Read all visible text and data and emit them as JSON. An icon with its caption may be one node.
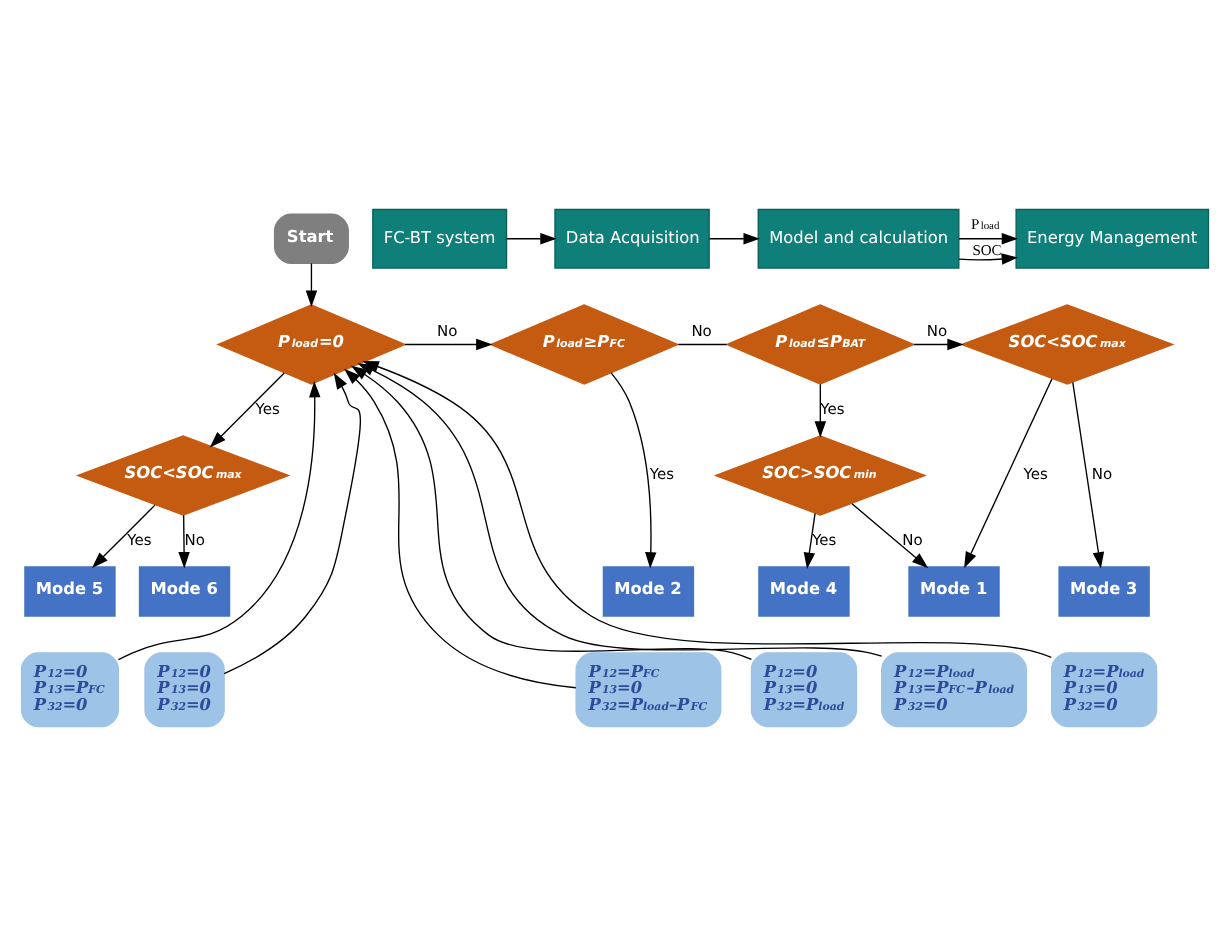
{
  "diagram": {
    "nodes": [
      {
        "text": [
          "Start"
        ]
      },
      {
        "text": [
          "FC-BT system"
        ]
      },
      {
        "text": [
          "Data Acquisition"
        ]
      },
      {
        "text": [
          "Model and calculation"
        ]
      },
      {
        "text": [
          "Energy Management"
        ]
      },
      {
        "text": [
          "P$_{load}$=0"
        ]
      },
      {
        "text": [
          "P$_{load}$≥P$_{FC}$"
        ]
      },
      {
        "text": [
          "P$_{load}$≤P$_{BAT}$"
        ]
      },
      {
        "text": [
          "SOC<SOC$_{max}$"
        ]
      },
      {
        "text": [
          "SOC<SOC$_{max}$"
        ]
      },
      {
        "text": [
          "SOC>SOC$_{min}$"
        ]
      },
      {
        "text": [
          "Mode 5"
        ]
      },
      {
        "text": [
          "Mode 6"
        ]
      },
      {
        "text": [
          "Mode 2"
        ]
      },
      {
        "text": [
          "Mode 4"
        ]
      },
      {
        "text": [
          "Mode 1"
        ]
      },
      {
        "text": [
          "Mode 3"
        ]
      },
      {
        "text": [
          "P$_{12}$=0",
          "P$_{13}$=P$_{FC}$",
          "P$_{32}$=0"
        ]
      },
      {
        "text": [
          "P$_{12}$=0",
          "P$_{13}$=0",
          "P$_{32}$=0"
        ]
      },
      {
        "text": [
          "P$_{12}$=P$_{FC}$",
          "P$_{13}$=0",
          "P$_{32}$=P$_{load}$–P$_{FC}$"
        ]
      },
      {
        "text": [
          "P$_{12}$=0",
          "P$_{13}$=0",
          "P$_{32}$=P$_{load}$"
        ]
      },
      {
        "text": [
          "P$_{12}$=P$_{load}$",
          "P$_{13}$=P$_{FC}$–P$_{load}$",
          "P$_{32}$=0"
        ]
      },
      {
        "text": [
          "P$_{12}$=P$_{load}$",
          "P$_{13}$=0",
          "P$_{32}$=0"
        ]
      }
    ],
    "edges": [
      {
        "from": 0,
        "to": 5,
        "arrow": "to"
      },
      {
        "from": 1,
        "to": 2,
        "arrow": "to"
      },
      {
        "from": 2,
        "to": 3,
        "arrow": "to"
      },
      {
        "from": 3,
        "to": 4,
        "arrow": "to",
        "label": "P$_{load}$"
      },
      {
        "from": 3,
        "to": 4,
        "arrow": "to",
        "label": "SOC"
      },
      {
        "from": 5,
        "to": 6,
        "arrow": "to",
        "label": "No"
      },
      {
        "from": 5,
        "to": 8,
        "arrow": "to",
        "label": "Yes"
      },
      {
        "from": 6,
        "to": 7,
        "arrow": "none",
        "label": "No"
      },
      {
        "from": 6,
        "to": 13,
        "arrow": "to",
        "label": "Yes"
      },
      {
        "from": 7,
        "to": 9,
        "arrow": "to",
        "label": "No"
      },
      {
        "from": 7,
        "to": 10,
        "arrow": "to",
        "label": "Yes"
      },
      {
        "from": 9,
        "to": 15,
        "arrow": "to",
        "label": "Yes"
      },
      {
        "from": 9,
        "to": 16,
        "arrow": "to",
        "label": "No"
      },
      {
        "from": 8,
        "to": 11,
        "arrow": "to",
        "label": "Yes"
      },
      {
        "from": 8,
        "to": 12,
        "arrow": "to",
        "label": "No"
      },
      {
        "from": 10,
        "to": 14,
        "arrow": "to",
        "label": "Yes"
      },
      {
        "from": 10,
        "to": 15,
        "arrow": "to",
        "label": "No"
      },
      {
        "from": 17,
        "to": 5,
        "arrow": "to"
      },
      {
        "from": 18,
        "to": 5,
        "arrow": "to"
      },
      {
        "from": 19,
        "to": 5,
        "arrow": "to"
      },
      {
        "from": 20,
        "to": 5,
        "arrow": "to"
      },
      {
        "from": 21,
        "to": 5,
        "arrow": "to"
      },
      {
        "from": 22,
        "to": 5,
        "arrow": "to"
      }
    ]
  }
}
